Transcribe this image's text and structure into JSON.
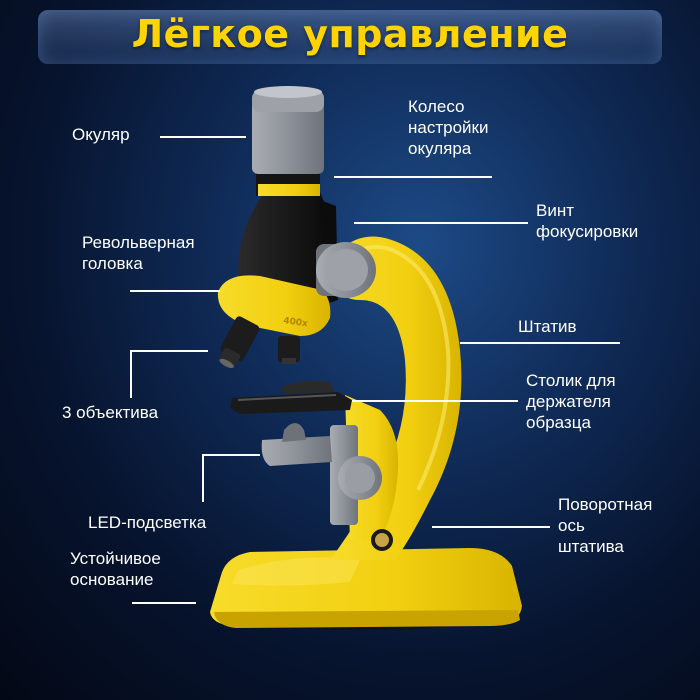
{
  "title": "Лёгкое управление",
  "labels": {
    "eyepiece": "Окуляр",
    "eyepiece_wheel_1": "Колесо",
    "eyepiece_wheel_2": "настройки",
    "eyepiece_wheel_3": "окуляра",
    "focus_screw_1": "Винт",
    "focus_screw_2": "фокусировки",
    "revolver_1": "Револьверная",
    "revolver_2": "головка",
    "stand": "Штатив",
    "stage_1": "Столик для",
    "stage_2": "держателя",
    "stage_3": "образца",
    "objectives": "3 объектива",
    "rotary_1": "Поворотная",
    "rotary_2": "ось",
    "rotary_3": "штатива",
    "led": "LED-подсветка",
    "base_1": "Устойчивое",
    "base_2": "основание"
  },
  "objective_marking": "400x",
  "colors": {
    "title": "#ffd400",
    "body_yellow": "#f5d31a",
    "black": "#141414",
    "gray": "#8c9096"
  }
}
